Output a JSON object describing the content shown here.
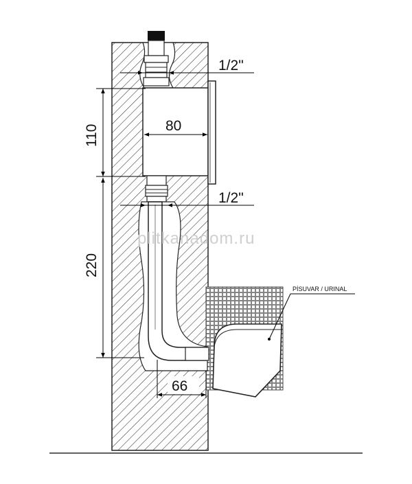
{
  "dimensions": {
    "inlet_thread": "1/2\"",
    "valve_height": "110",
    "valve_width": "80",
    "outlet_thread": "1/2\"",
    "pipe_drop": "220",
    "outlet_offset": "66"
  },
  "callout_label": "PİSUVAR / URINAL",
  "watermark": "plitkanadom.ru"
}
